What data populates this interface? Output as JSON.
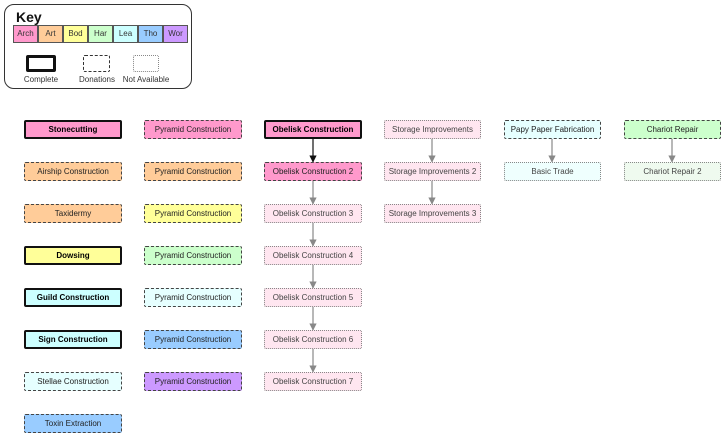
{
  "key": {
    "title": "Key",
    "categories": [
      {
        "label": "Arch",
        "color": "#ff99cc"
      },
      {
        "label": "Art",
        "color": "#ffcc99"
      },
      {
        "label": "Bod",
        "color": "#ffff99"
      },
      {
        "label": "Har",
        "color": "#ccffcc"
      },
      {
        "label": "Lea",
        "color": "#ccffff"
      },
      {
        "label": "Tho",
        "color": "#99ccff"
      },
      {
        "label": "Wor",
        "color": "#cc99ff"
      }
    ],
    "statuses": [
      {
        "label": "Complete"
      },
      {
        "label": "Donations"
      },
      {
        "label": "Not Available"
      }
    ]
  },
  "nodes": {
    "stonecutting": {
      "label": "Stonecutting"
    },
    "airship": {
      "label": "Airship Construction"
    },
    "taxidermy": {
      "label": "Taxidermy"
    },
    "dowsing": {
      "label": "Dowsing"
    },
    "guild": {
      "label": "Guild Construction"
    },
    "sign": {
      "label": "Sign Construction"
    },
    "stellae": {
      "label": "Stellae Construction"
    },
    "toxin": {
      "label": "Toxin Extraction"
    },
    "pyr1": {
      "label": "Pyramid Construction"
    },
    "pyr2": {
      "label": "Pyramid Construction"
    },
    "pyr3": {
      "label": "Pyramid Construction"
    },
    "pyr4": {
      "label": "Pyramid Construction"
    },
    "pyr5": {
      "label": "Pyramid Construction"
    },
    "pyr6": {
      "label": "Pyramid Construction"
    },
    "pyr7": {
      "label": "Pyramid Construction"
    },
    "ob1": {
      "label": "Obelisk Construction"
    },
    "ob2": {
      "label": "Obelisk Construction 2"
    },
    "ob3": {
      "label": "Obelisk Construction 3"
    },
    "ob4": {
      "label": "Obelisk Construction 4"
    },
    "ob5": {
      "label": "Obelisk Construction 5"
    },
    "ob6": {
      "label": "Obelisk Construction 6"
    },
    "ob7": {
      "label": "Obelisk Construction 7"
    },
    "st1": {
      "label": "Storage Improvements"
    },
    "st2": {
      "label": "Storage Improvements 2"
    },
    "st3": {
      "label": "Storage Improvements 3"
    },
    "papy": {
      "label": "Papy Paper Fabrication"
    },
    "trade": {
      "label": "Basic Trade"
    },
    "chariot1": {
      "label": "Chariot Repair"
    },
    "chariot2": {
      "label": "Chariot Repair 2"
    }
  }
}
